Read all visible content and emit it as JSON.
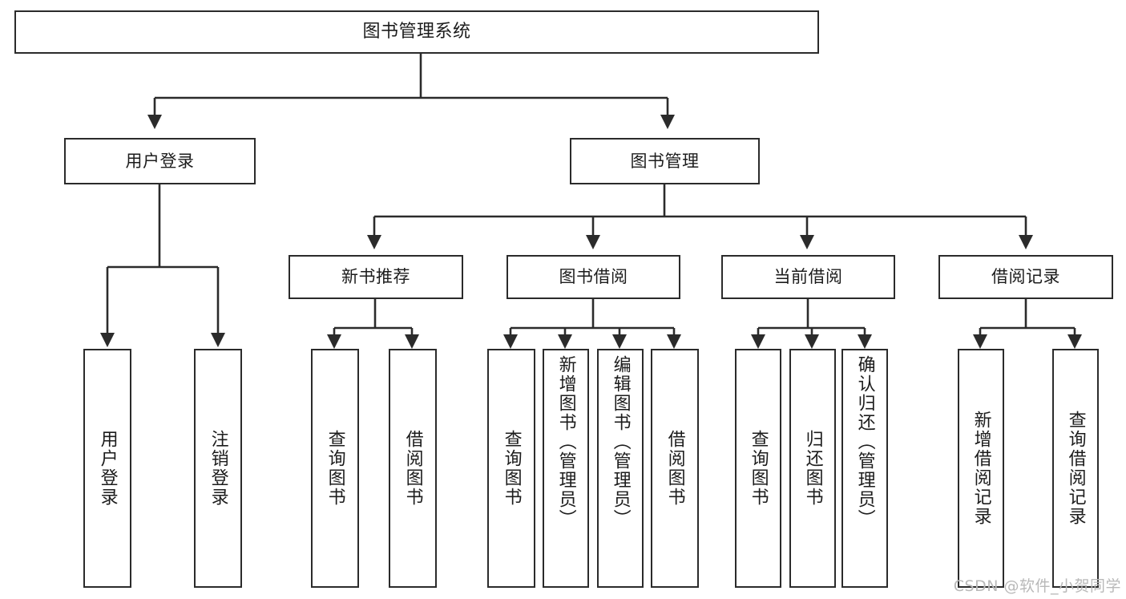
{
  "diagram": {
    "title": "图书管理系统",
    "type": "tree-hierarchy-diagram",
    "accent_color": "#2b2b2b",
    "background_color": "#ffffff",
    "watermark": "CSDN @软件_小贺同学"
  },
  "nodes": {
    "root": {
      "label": "图书管理系统"
    },
    "level1": [
      {
        "label": "用户登录"
      },
      {
        "label": "图书管理"
      }
    ],
    "level2": [
      {
        "label": "新书推荐"
      },
      {
        "label": "图书借阅"
      },
      {
        "label": "当前借阅"
      },
      {
        "label": "借阅记录"
      }
    ],
    "leaves": {
      "user_login": [
        {
          "label": "用户登录"
        },
        {
          "label": "注销登录"
        }
      ],
      "new_book_recommend": [
        {
          "label": "查询图书"
        },
        {
          "label": "借阅图书"
        }
      ],
      "book_borrow": [
        {
          "label": "查询图书"
        },
        {
          "label": "新增图书（管理员）"
        },
        {
          "label": "编辑图书（管理员）"
        },
        {
          "label": "借阅图书"
        }
      ],
      "current_borrow": [
        {
          "label": "查询图书"
        },
        {
          "label": "归还图书"
        },
        {
          "label": "确认归还（管理员）"
        }
      ],
      "borrow_record": [
        {
          "label": "新增借阅记录"
        },
        {
          "label": "查询借阅记录"
        }
      ]
    }
  }
}
